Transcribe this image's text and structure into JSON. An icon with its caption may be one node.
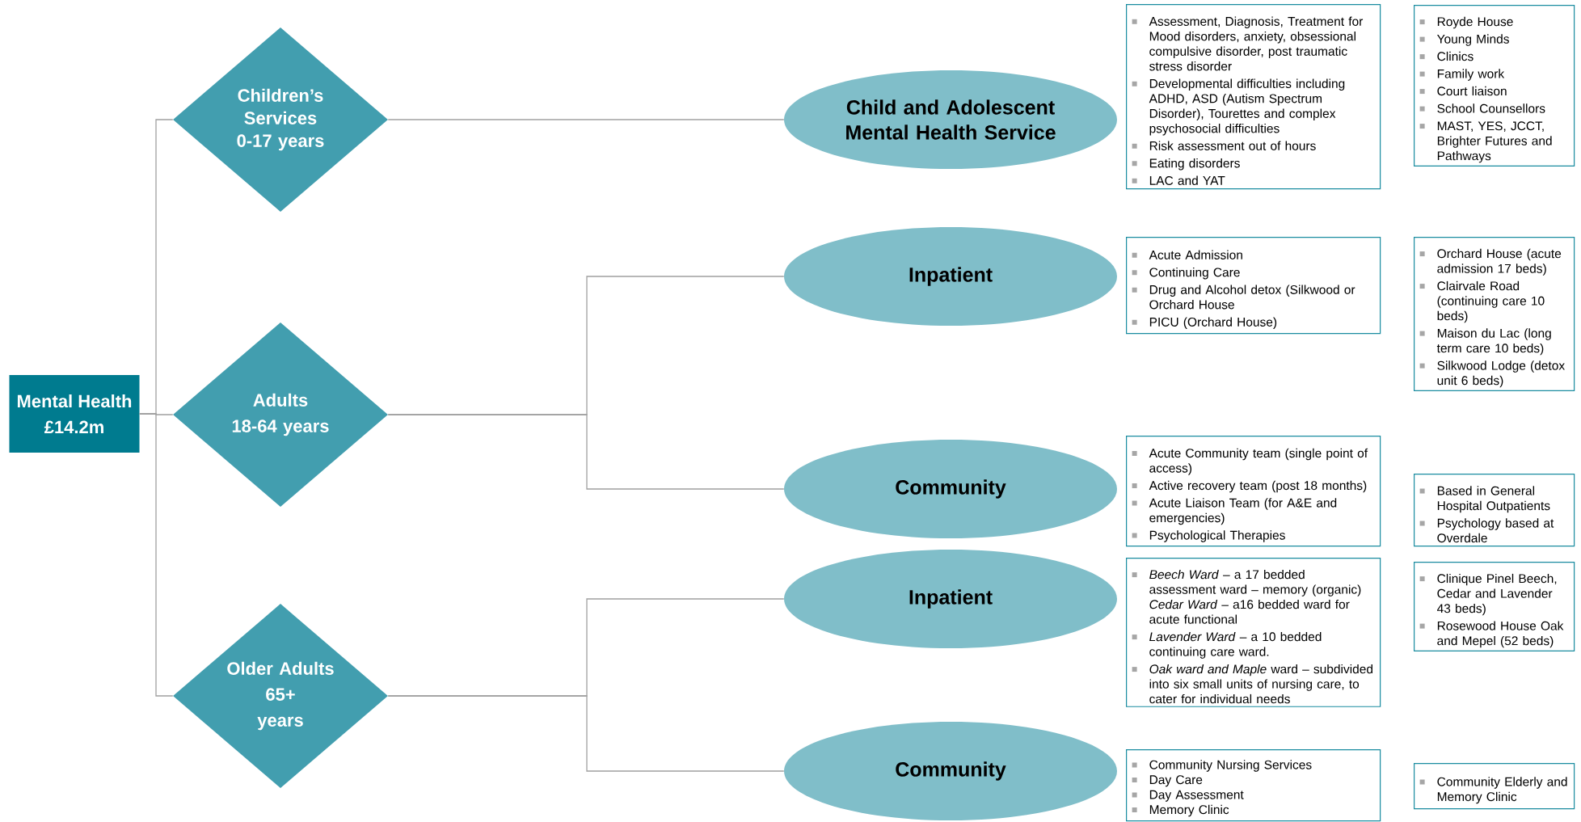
{
  "diagram": {
    "nodes": [
      {
        "text": [
          "Mental Health",
          "£14.2m"
        ]
      },
      {
        "text": [
          "Children’s Services 0-17 years"
        ]
      },
      {
        "text": [
          "Adults",
          "18-64 years"
        ]
      },
      {
        "text": [
          "Older Adults",
          "65+",
          "years"
        ]
      },
      {
        "text": [
          "Child and Adolescent Mental Health Service"
        ]
      },
      {
        "text": [
          "Inpatient"
        ]
      },
      {
        "text": [
          "Community"
        ]
      },
      {
        "text": [
          "Inpatient"
        ]
      },
      {
        "text": [
          "Community"
        ]
      },
      {
        "text": [
          "Assessment, Diagnosis, Treatment for Mood disorders, anxiety, obsessional compulsive disorder, post traumatic stress disorder",
          "Developmental difficulties including ADHD, ASD (Autism Spectrum Disorder), Tourettes and complex psychosocial difficulties",
          "Risk assessment out of hours",
          "Eating disorders",
          "LAC and YAT"
        ]
      },
      {
        "text": [
          "Royde House",
          "Young Minds",
          "Clinics",
          "Family work",
          "Court liaison",
          "School Counsellors",
          "MAST, YES, JCCT, Brighter Futures and Pathways"
        ]
      },
      {
        "text": [
          "Acute Admission",
          "Continuing Care",
          "Drug and Alcohol detox (Silkwood or Orchard House",
          "PICU (Orchard House)"
        ]
      },
      {
        "text": [
          "Orchard House (acute admission 17 beds)",
          "Clairvale Road (continuing care 10 beds)",
          "Maison du Lac (long term care 10 beds)",
          "Silkwood Lodge (detox unit 6 beds)"
        ]
      },
      {
        "text": [
          "Acute Community team (single point of access)",
          "Active recovery team (post 18 months)",
          "Acute Liaison Team (for A&E and emergencies)",
          "Psychological Therapies"
        ]
      },
      {
        "text": [
          "Based in General Hospital Outpatients",
          "Psychology based at Overdale"
        ]
      },
      {
        "text": [
          "*Beech Ward* – a 17 bedded assessment ward – memory (organic) *Cedar Ward* – a16 bedded ward for acute functional",
          "*Lavender Ward* – a 10 bedded continuing care ward.",
          "*Oak ward and Maple* ward – subdivided into six small units of nursing care, to cater for individual needs"
        ]
      },
      {
        "text": [
          "Clinique Pinel Beech, Cedar and Lavender 43 beds)",
          "Rosewood House Oak and Mepel (52 beds)"
        ]
      },
      {
        "text": [
          "Community Nursing Services",
          "Day Care",
          "Day Assessment",
          "Memory Clinic"
        ]
      },
      {
        "text": [
          "Community Elderly and Memory Clinic"
        ]
      }
    ],
    "edges": [
      {
        "from": 0,
        "to": 1,
        "arrow": "none"
      },
      {
        "from": 0,
        "to": 2,
        "arrow": "none"
      },
      {
        "from": 0,
        "to": 3,
        "arrow": "none"
      },
      {
        "from": 1,
        "to": 4,
        "arrow": "none"
      },
      {
        "from": 2,
        "to": 5,
        "arrow": "none"
      },
      {
        "from": 2,
        "to": 6,
        "arrow": "none"
      },
      {
        "from": 3,
        "to": 7,
        "arrow": "none"
      },
      {
        "from": 3,
        "to": 8,
        "arrow": "none"
      }
    ]
  }
}
